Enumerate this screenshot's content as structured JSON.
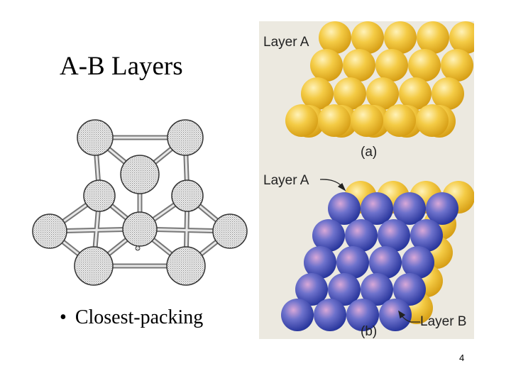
{
  "slide": {
    "title": "A-B Layers",
    "bullet": "Closest-packing",
    "bullet_marker": "•",
    "page_number": "4"
  },
  "figure": {
    "layer_a_top_label": "Layer A",
    "panel_a_label": "(a)",
    "layer_a_bottom_label": "Layer A",
    "layer_b_label": "Layer B",
    "panel_b_label": "(b)",
    "colors": {
      "background": "#ece9e0",
      "yellow_sphere": "#f2c12e",
      "blue_sphere": "#3b4ec0"
    }
  }
}
